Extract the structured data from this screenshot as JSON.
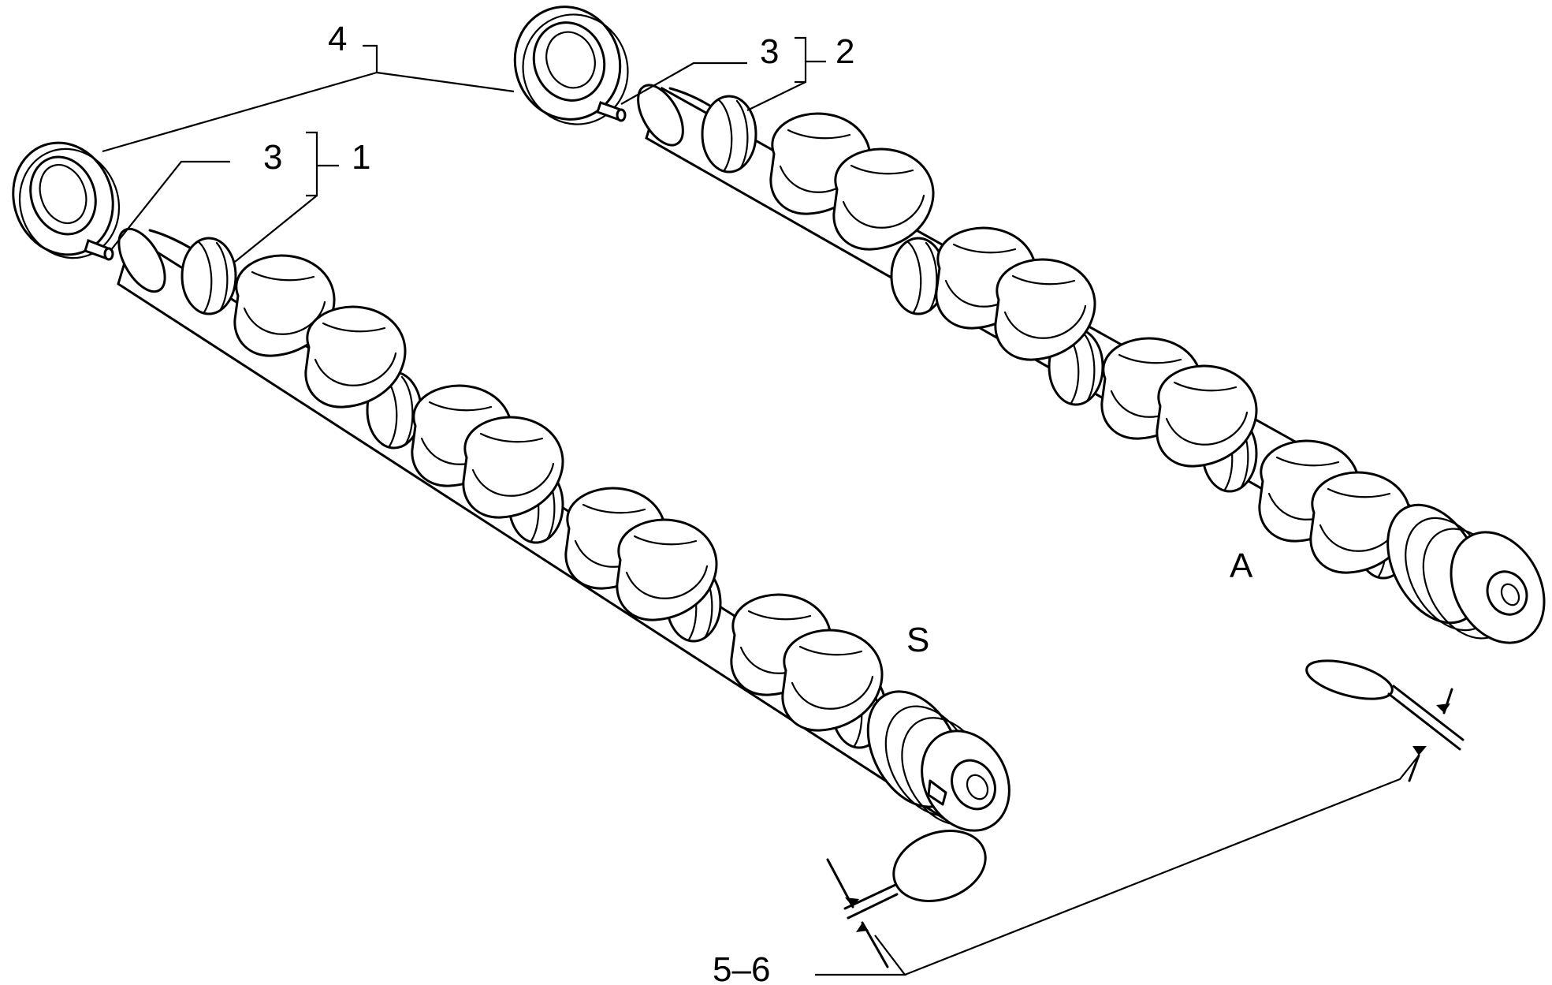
{
  "diagram": {
    "callouts": {
      "c4": "4",
      "c3_top": "3",
      "c2": "2",
      "c3_left": "3",
      "c1": "1",
      "s": "S",
      "a": "A",
      "c56": "5–6"
    }
  },
  "colors": {
    "ink": "#000000",
    "background": "#ffffff"
  }
}
